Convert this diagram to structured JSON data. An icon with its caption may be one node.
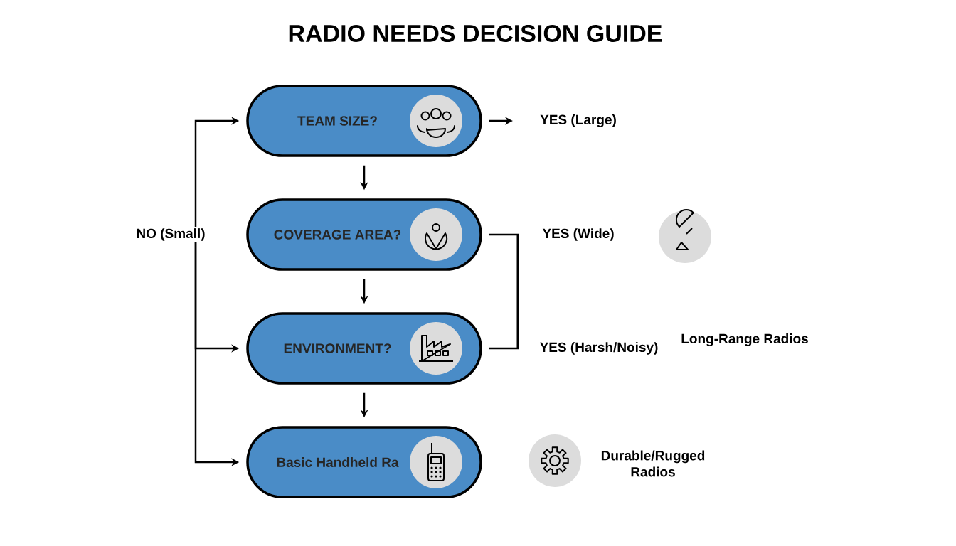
{
  "diagram": {
    "title": "RADIO NEEDS DECISION GUIDE",
    "nodes": [
      {
        "text": [
          "TEAM SIZE?"
        ]
      },
      {
        "text": [
          "COVERAGE AREA?"
        ]
      },
      {
        "text": [
          "ENVIRONMENT?"
        ]
      },
      {
        "text": [
          "Basic Handheld Ra"
        ]
      },
      {
        "text": [
          "YES (Large)"
        ]
      },
      {
        "text": [
          "NO (Small)"
        ]
      }
    ],
    "edges": [
      {
        "from": 0,
        "to": 1,
        "arrow": "to"
      },
      {
        "from": 1,
        "to": 2,
        "arrow": "to"
      },
      {
        "from": 2,
        "to": 3,
        "arrow": "to"
      },
      {
        "from": 0,
        "to": 4,
        "arrow": "to"
      },
      {
        "from": 1,
        "to": 2,
        "arrow": "none"
      },
      {
        "from": 5,
        "to": 0,
        "arrow": "to"
      },
      {
        "from": 5,
        "to": 2,
        "arrow": "to"
      },
      {
        "from": 5,
        "to": 3,
        "arrow": "to"
      }
    ],
    "labels": [
      "YES (Wide)",
      "YES (Harsh/Noisy)",
      "Long-Range Radios",
      "Durable/Rugged Radios"
    ]
  }
}
